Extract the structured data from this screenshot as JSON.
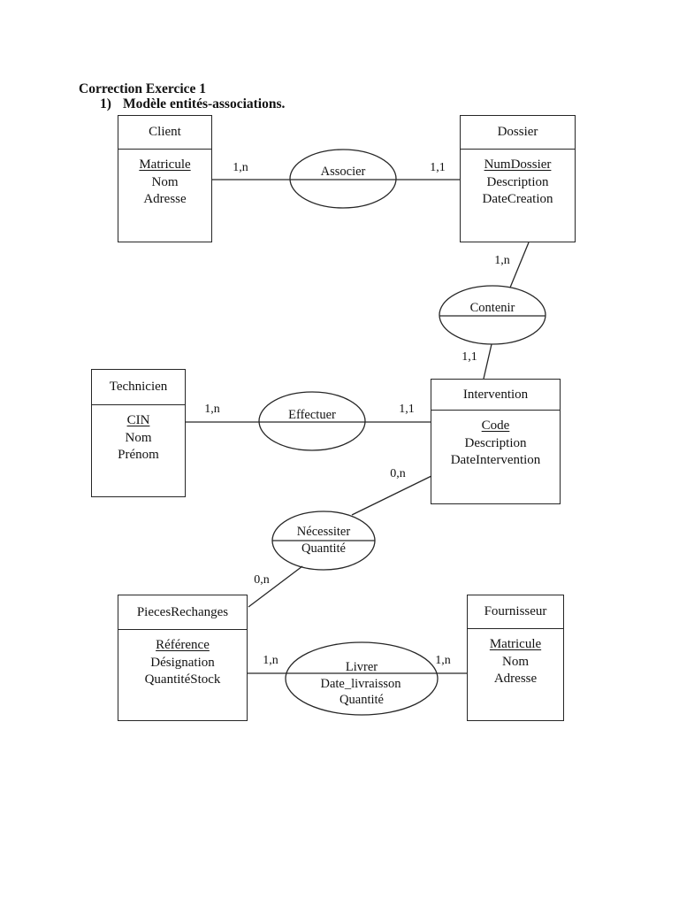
{
  "page": {
    "title": "Correction Exercice 1",
    "subtitle_number": "1)",
    "subtitle_text": "Modèle entités-associations."
  },
  "diagram": {
    "type": "entity-association",
    "line_color": "#262626"
  },
  "entities": [
    {
      "name": "Client",
      "key": "Matricule",
      "attributes": [
        "Nom",
        "Adresse"
      ]
    },
    {
      "name": "Dossier",
      "key": "NumDossier",
      "attributes": [
        "Description",
        "DateCreation"
      ]
    },
    {
      "name": "Technicien",
      "key": "CIN",
      "attributes": [
        "Nom",
        "Prénom"
      ]
    },
    {
      "name": "Intervention",
      "key": "Code",
      "attributes": [
        "Description",
        "DateIntervention"
      ]
    },
    {
      "name": "PiecesRechanges",
      "key": "Référence",
      "attributes": [
        "Désignation",
        "QuantitéStock"
      ]
    },
    {
      "name": "Fournisseur",
      "key": "Matricule",
      "attributes": [
        "Nom",
        "Adresse"
      ]
    }
  ],
  "associations": [
    {
      "name": "Associer",
      "attributes": []
    },
    {
      "name": "Contenir",
      "attributes": []
    },
    {
      "name": "Effectuer",
      "attributes": []
    },
    {
      "name": "Nécessiter",
      "attributes": [
        "Quantité"
      ]
    },
    {
      "name": "Livrer",
      "attributes": [
        "Date_livraisson",
        "Quantité"
      ]
    }
  ],
  "cardinalities": {
    "client_associer": "1,n",
    "associer_dossier": "1,1",
    "dossier_contenir": "1,n",
    "contenir_intervention": "1,1",
    "technicien_effectuer": "1,n",
    "effectuer_intervention": "1,1",
    "intervention_necessiter": "0,n",
    "necessiter_pieces": "0,n",
    "pieces_livrer": "1,n",
    "livrer_fournisseur": "1,n"
  }
}
